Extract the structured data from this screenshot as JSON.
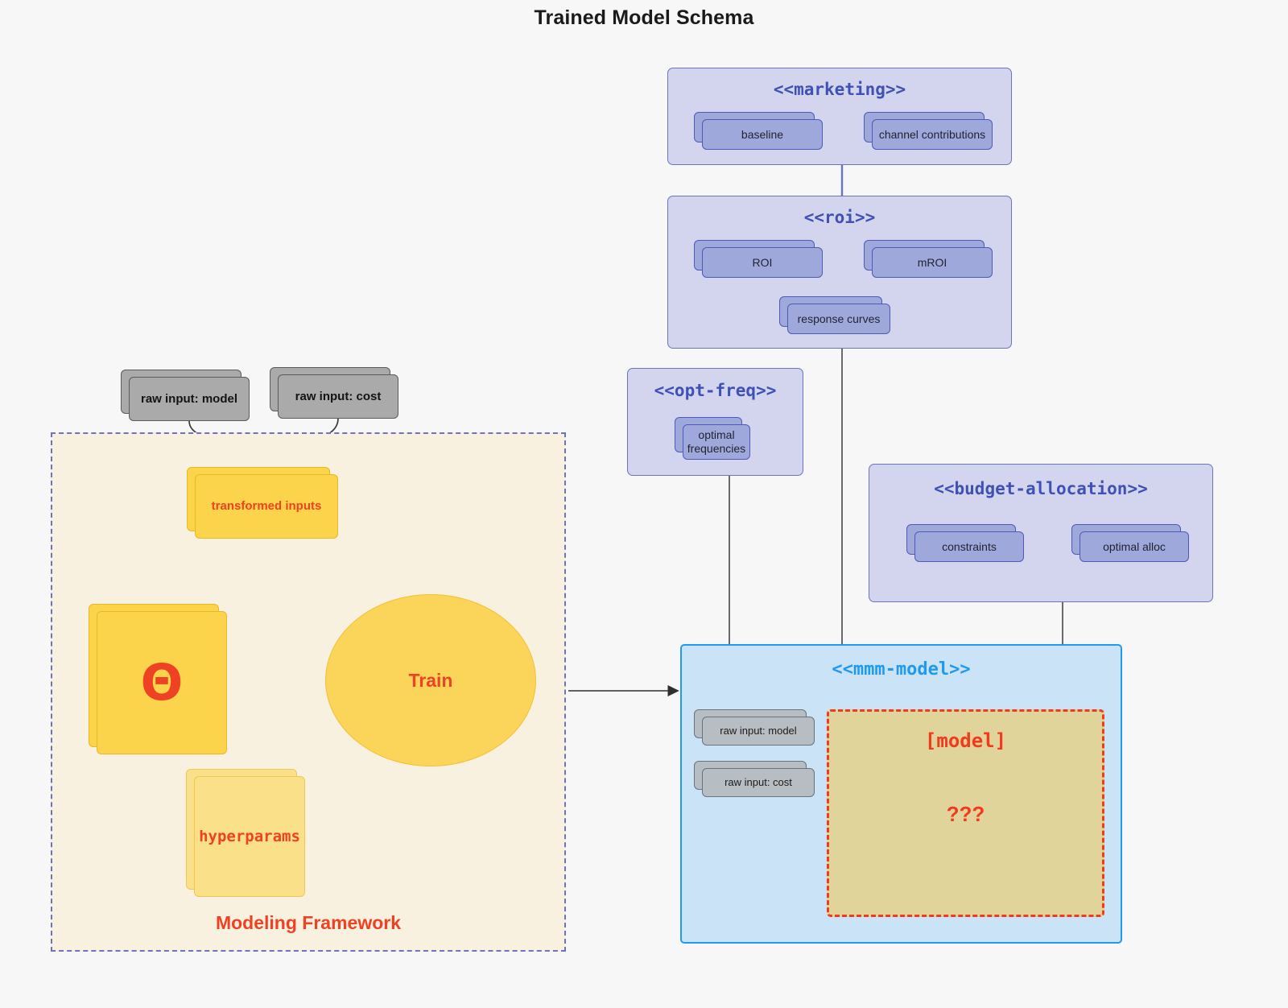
{
  "page": {
    "title": "Trained Model Schema",
    "background": "#F7F7F7"
  },
  "colors": {
    "package_fill": "#D2D5ED",
    "package_border": "#6A74C0",
    "package_title": "#3F51B5",
    "node_purple_fill": "#9FA8DA",
    "node_purple_border": "#4D5BB8",
    "node_grey_fill": "#AAAAAA",
    "node_grey_border": "#5A5A5A",
    "mmm_fill": "#CBE3F7",
    "mmm_border": "#1E9AF0",
    "yellow_fill": "#FBD44B",
    "yellow_border": "#E8B923",
    "accent_red": "#EF4123",
    "model_box_fill": "#E0D49A",
    "model_box_border": "#F23B1C",
    "framework_fill": "#F8F1DF",
    "framework_border": "#6A74C0"
  },
  "packages": {
    "marketing": {
      "title": "<<marketing>>",
      "nodes": [
        {
          "label": "baseline"
        },
        {
          "label": "channel contributions"
        }
      ],
      "relation": "bidirectional"
    },
    "roi": {
      "title": "<<roi>>",
      "nodes": [
        {
          "label": "ROI"
        },
        {
          "label": "mROI"
        },
        {
          "label": "response curves"
        }
      ],
      "relation": "bidirectional"
    },
    "opt_freq": {
      "title": "<<opt-freq>>",
      "nodes": [
        {
          "label": "optimal\nfrequencies",
          "line1": "optimal",
          "line2": "frequencies"
        }
      ]
    },
    "budget_allocation": {
      "title": "<<budget-allocation>>",
      "nodes": [
        {
          "label": "constraints"
        },
        {
          "label": "optimal alloc"
        }
      ],
      "relation": "bidirectional"
    },
    "mmm_model": {
      "title": "<<mmm-model>>",
      "nodes": [
        {
          "label": "raw input: model"
        },
        {
          "label": "raw input: cost"
        }
      ],
      "model_box": {
        "title": "[model]",
        "question": "???"
      }
    }
  },
  "modeling_framework": {
    "label": "Modeling Framework",
    "raw_inputs": [
      {
        "label": "raw input: model"
      },
      {
        "label": "raw input: cost"
      }
    ],
    "transformed_inputs": {
      "label": "transformed inputs"
    },
    "theta": {
      "label": "Θ"
    },
    "hyperparams": {
      "label": "hyperparams"
    },
    "train": {
      "label": "Train"
    }
  },
  "edges": [
    {
      "from": "raw input: model",
      "to": "transformed inputs",
      "style": "curved-arrow",
      "color": "#3A3A3A"
    },
    {
      "from": "raw input: cost",
      "to": "transformed inputs",
      "style": "curved-arrow",
      "color": "#3A3A3A"
    },
    {
      "from": "transformed inputs",
      "to": "Train",
      "style": "curved-arrow",
      "color": "#EF4123"
    },
    {
      "from": "theta",
      "to": "Train",
      "style": "straight-arrow",
      "color": "#EF4123"
    },
    {
      "from": "hyperparams",
      "to": "Train",
      "style": "curved-arrow",
      "color": "#EF4123"
    },
    {
      "from": "Modeling Framework",
      "to": "<<mmm-model>>",
      "style": "straight-arrow",
      "color": "#4A4A4A"
    },
    {
      "from": "<<marketing>>",
      "to": "<<roi>>",
      "style": "line",
      "color": "#6A74C0"
    },
    {
      "from": "<<roi>>",
      "to": "<<mmm-model>>",
      "style": "line",
      "color": "#5A5A5A"
    },
    {
      "from": "<<opt-freq>>",
      "to": "<<mmm-model>>",
      "style": "line",
      "color": "#5A5A5A"
    },
    {
      "from": "<<budget-allocation>>",
      "to": "<<mmm-model>>",
      "style": "line",
      "color": "#5A5A5A"
    }
  ]
}
